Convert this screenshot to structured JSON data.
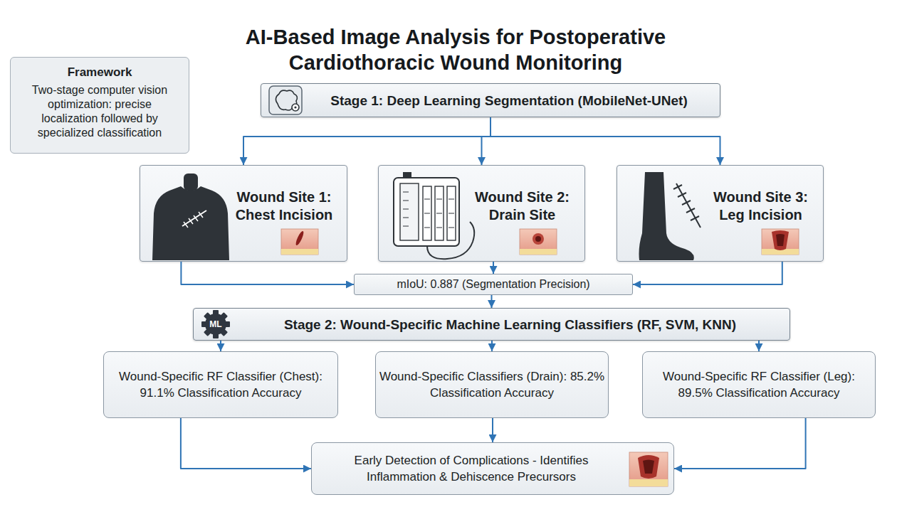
{
  "diagram": {
    "title": "AI-Based Image Analysis for Postoperative Cardiothoracic Wound Monitoring",
    "nodes": [
      {
        "text": [
          "Framework",
          "Two-stage computer vision optimization: precise localization followed by specialized classification"
        ]
      },
      {
        "text": [
          "Stage 1: Deep Learning Segmentation (MobileNet-UNet)"
        ]
      },
      {
        "text": [
          "Wound Site 1: Chest Incision"
        ]
      },
      {
        "text": [
          "Wound Site 2: Drain Site"
        ]
      },
      {
        "text": [
          "Wound Site 3: Leg Incision"
        ]
      },
      {
        "text": [
          "mIoU: 0.887 (Segmentation Precision)"
        ]
      },
      {
        "text": [
          "Stage 2: Wound-Specific Machine Learning Classifiers (RF, SVM, KNN)"
        ]
      },
      {
        "text": [
          "Wound-Specific RF Classifier (Chest): 91.1% Classification Accuracy"
        ]
      },
      {
        "text": [
          "Wound-Specific Classifiers (Drain): 85.2% Classification Accuracy"
        ]
      },
      {
        "text": [
          "Wound-Specific RF Classifier (Leg): 89.5% Classification Accuracy"
        ]
      },
      {
        "text": [
          "Early Detection of Complications - Identifies Inflammation & Dehiscence Precursors"
        ]
      }
    ],
    "edges": [
      {
        "from": 1,
        "to": 2,
        "arrow": "to"
      },
      {
        "from": 1,
        "to": 3,
        "arrow": "to"
      },
      {
        "from": 1,
        "to": 4,
        "arrow": "to"
      },
      {
        "from": 2,
        "to": 5,
        "arrow": "to"
      },
      {
        "from": 3,
        "to": 5,
        "arrow": "to"
      },
      {
        "from": 4,
        "to": 5,
        "arrow": "to"
      },
      {
        "from": 5,
        "to": 6,
        "arrow": "to"
      },
      {
        "from": 6,
        "to": 7,
        "arrow": "to"
      },
      {
        "from": 6,
        "to": 8,
        "arrow": "to"
      },
      {
        "from": 6,
        "to": 9,
        "arrow": "to"
      },
      {
        "from": 7,
        "to": 10,
        "arrow": "to"
      },
      {
        "from": 8,
        "to": 10,
        "arrow": "to"
      },
      {
        "from": 9,
        "to": 10,
        "arrow": "to"
      }
    ],
    "labels": [
      "ML"
    ]
  }
}
